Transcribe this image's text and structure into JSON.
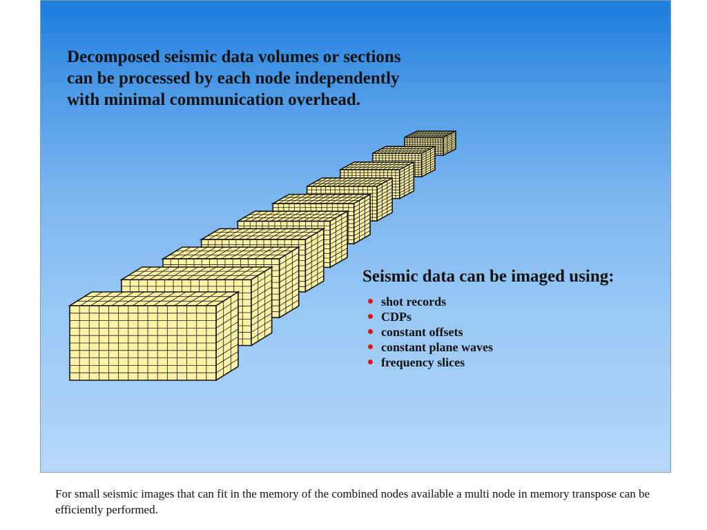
{
  "slide": {
    "headline_lines": [
      "Decomposed seismic data volumes or sections",
      "can be processed by each node independently",
      "with minimal communication overhead."
    ],
    "list_title": "Seismic data can be imaged using:",
    "bullets": [
      "shot records",
      "CDPs",
      "constant offsets",
      "constant plane waves",
      "frequency slices"
    ],
    "block_count": 10,
    "colors": {
      "block_fill": "#fdf2a6",
      "grid_line": "#111111",
      "bullet": "#dd1111",
      "background_top": "#1b7ddc",
      "background_bottom": "#b4d8f8"
    }
  },
  "caption": "For small seismic images that can fit in the memory of the combined nodes available a multi node in memory transpose can be efficiently performed."
}
